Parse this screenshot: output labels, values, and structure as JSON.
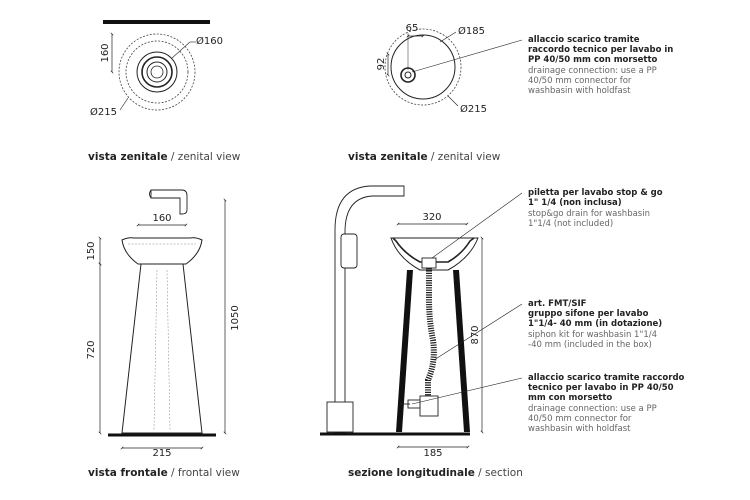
{
  "views": {
    "top_left": {
      "caption_bold": "vista zenitale",
      "caption_regular": " / zenital view",
      "dims": {
        "width": "Ø160",
        "outer": "Ø215",
        "depth": "160"
      }
    },
    "top_right": {
      "caption_bold": "vista zenitale",
      "caption_regular": " / zenital view",
      "dims": {
        "top": "Ø185",
        "outer": "Ø215",
        "offset_x": "65",
        "offset_y": "92"
      }
    },
    "bottom_left": {
      "caption_bold": "vista frontale",
      "caption_regular": " / frontal view",
      "dims": {
        "basin_width": "160",
        "base": "215",
        "basin_h": "150",
        "column_h": "720",
        "total_h": "1050"
      }
    },
    "bottom_right": {
      "caption_bold": "sezione longitudinale",
      "caption_regular": " / section",
      "dims": {
        "basin_width": "320",
        "base": "185",
        "column_h": "870"
      }
    }
  },
  "notes": {
    "drain_top": {
      "bold": [
        "allaccio scarico tramite",
        "raccordo tecnico per lavabo in",
        "PP 40/50 mm con morsetto"
      ],
      "regular": [
        "drainage connection: use a PP",
        "40/50 mm connector for",
        "washbasin with holdfast"
      ]
    },
    "stop_go": {
      "bold": [
        "piletta per lavabo stop & go",
        "1\" 1/4 (non inclusa)"
      ],
      "regular": [
        "stop&go drain for washbasin",
        "1\"1/4 (not included)"
      ]
    },
    "siphon": {
      "bold": [
        "art. FMT/SIF",
        "gruppo sifone per lavabo",
        "1\"1/4- 40 mm (in dotazione)"
      ],
      "regular": [
        "siphon kit for washbasin 1\"1/4",
        "-40 mm (included in the box)"
      ]
    },
    "drain_bottom": {
      "bold": [
        "allaccio scarico tramite raccordo",
        "tecnico per lavabo in PP 40/50",
        "mm con morsetto"
      ],
      "regular": [
        "drainage connection: use a PP",
        "40/50 mm connector for",
        "washbasin with holdfast"
      ]
    }
  }
}
